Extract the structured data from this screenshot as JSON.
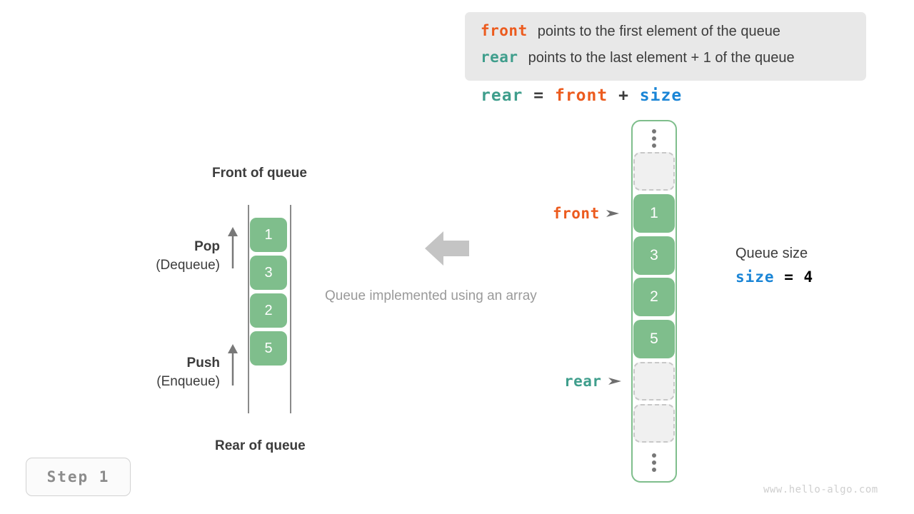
{
  "legend": {
    "lines": [
      {
        "keyword": "front",
        "text": "points to the first element of the queue",
        "color": "#ec5b1e"
      },
      {
        "keyword": "rear",
        "text": "points to the last element + 1 of the queue",
        "color": "#3f9e8c"
      }
    ]
  },
  "formula": {
    "rear": "rear",
    "equals": "=",
    "front": "front",
    "plus": "+",
    "size": "size"
  },
  "left_queue": {
    "front_label": "Front of queue",
    "rear_label": "Rear of queue",
    "pop": {
      "title": "Pop",
      "subtitle": "(Dequeue)"
    },
    "push": {
      "title": "Push",
      "subtitle": "(Enqueue)"
    },
    "cells": [
      "1",
      "3",
      "2",
      "5"
    ]
  },
  "center": {
    "caption": "Queue implemented using an array",
    "arrow_icon": "arrow-left-icon"
  },
  "array": {
    "slots": [
      {
        "kind": "dots",
        "value": ""
      },
      {
        "kind": "empty",
        "value": ""
      },
      {
        "kind": "filled",
        "value": "1"
      },
      {
        "kind": "filled",
        "value": "3"
      },
      {
        "kind": "filled",
        "value": "2"
      },
      {
        "kind": "filled",
        "value": "5"
      },
      {
        "kind": "empty",
        "value": ""
      },
      {
        "kind": "empty",
        "value": ""
      },
      {
        "kind": "dots",
        "value": ""
      }
    ],
    "pointers": [
      {
        "name": "front",
        "label": "front",
        "color": "#ec5b1e",
        "target_value": "1"
      },
      {
        "name": "rear",
        "label": "rear",
        "color": "#3f9e8c",
        "target_value": ""
      }
    ]
  },
  "size_block": {
    "title": "Queue size",
    "keyword": "size",
    "equals": "=",
    "value": "4"
  },
  "step_badge": {
    "label": "Step 1"
  },
  "watermark": {
    "text": "www.hello-algo.com"
  },
  "colors": {
    "front": "#ec5b1e",
    "rear": "#3f9e8c",
    "size": "#1a85d6",
    "cell_green": "#7fbe8c",
    "empty_gray": "#f0f0f0",
    "text_dark": "#3c3c3c",
    "muted": "#9a9a9a"
  }
}
